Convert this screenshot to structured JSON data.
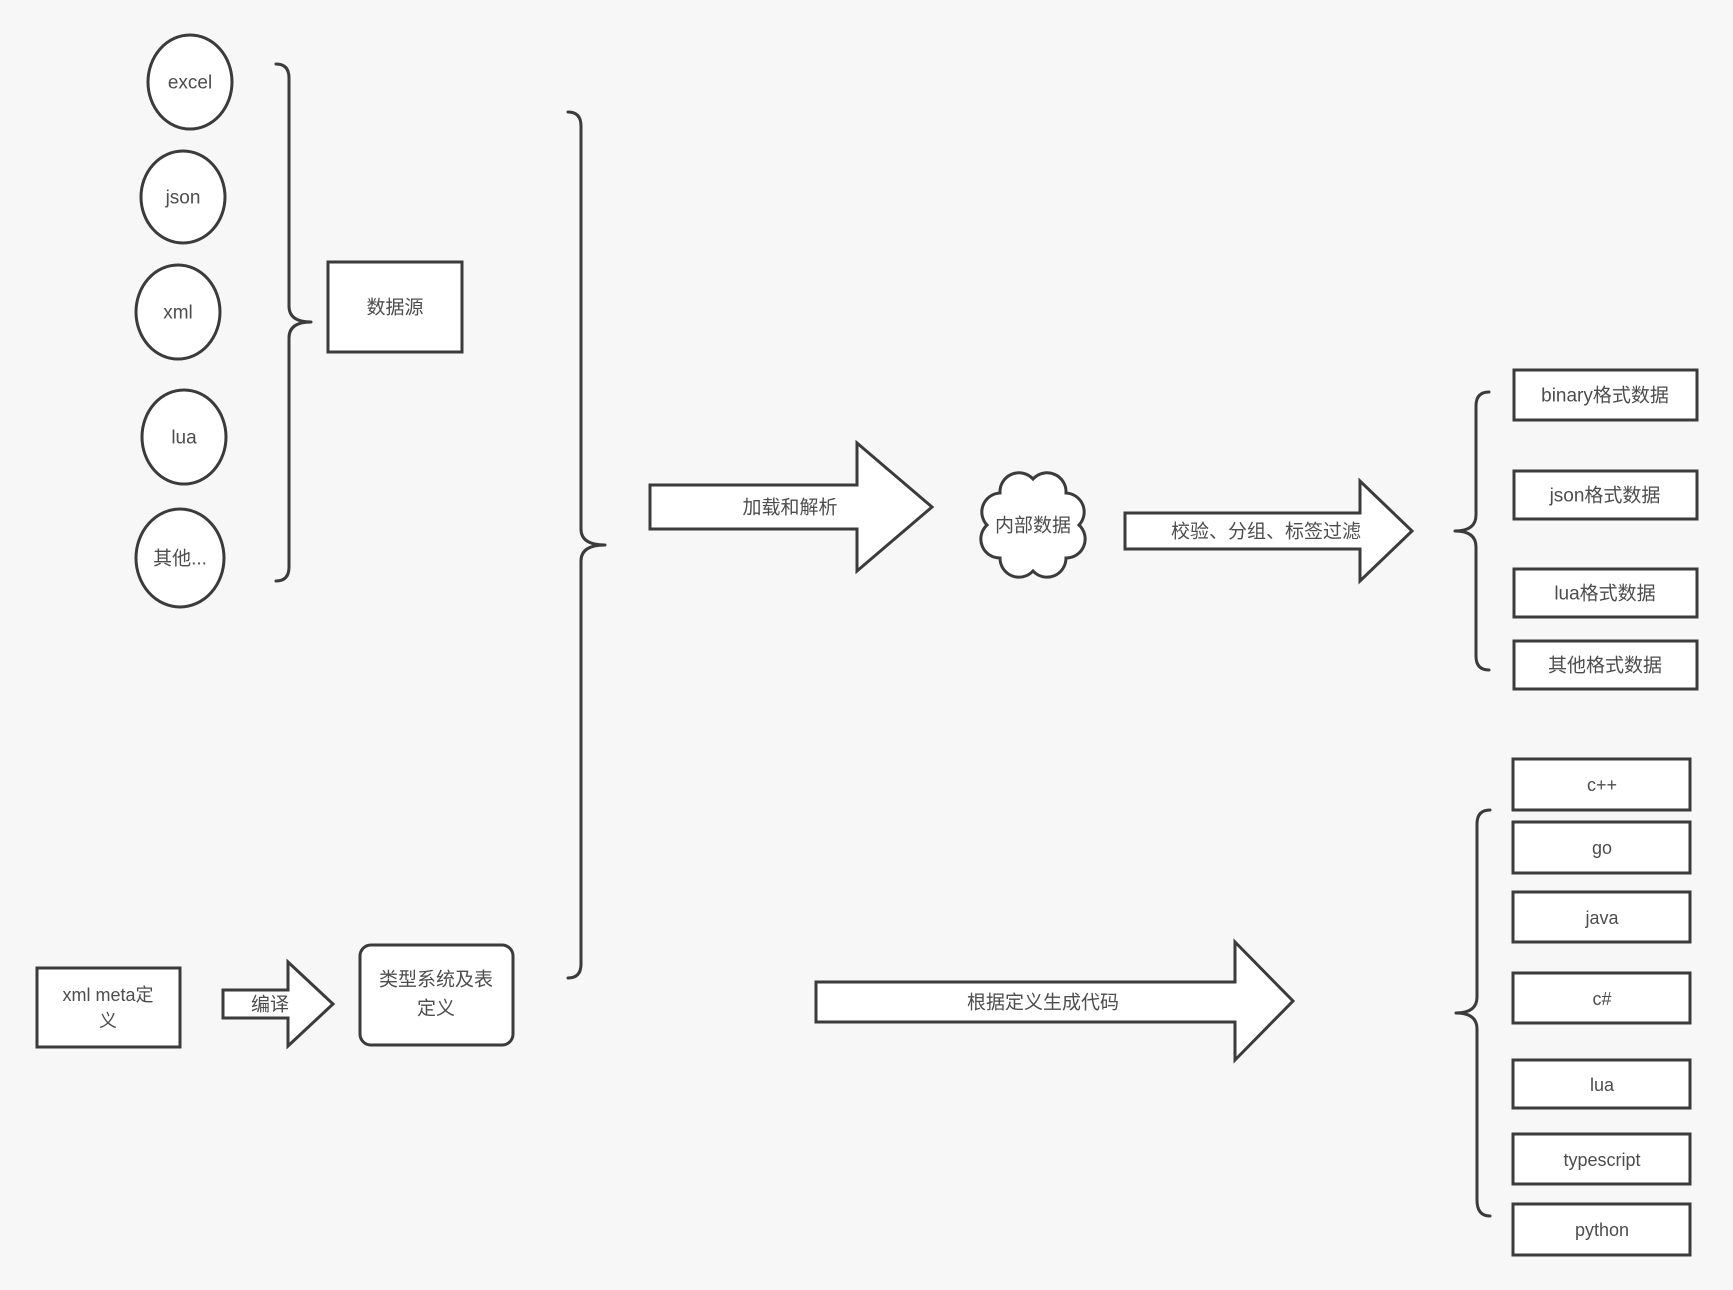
{
  "colors": {
    "background": "#f7f7f7",
    "stroke": "#3b3b3b",
    "shape_fill": "#ffffff",
    "text": "#4d4d4d"
  },
  "sources": {
    "items": [
      "excel",
      "json",
      "xml",
      "lua",
      "其他..."
    ],
    "group_label": "数据源"
  },
  "pipeline": {
    "load_arrow_label": "加载和解析",
    "internal_data_label": "内部数据",
    "filter_arrow_label": "校验、分组、标签过滤"
  },
  "outputs": {
    "items": [
      "binary格式数据",
      "json格式数据",
      "lua格式数据",
      "其他格式数据"
    ]
  },
  "definition": {
    "xml_meta_lines": [
      "xml meta定",
      "义"
    ],
    "compile_arrow_label": "编译",
    "type_system_lines": [
      "类型系统及表",
      "定义"
    ],
    "generate_arrow_label": "根据定义生成代码"
  },
  "languages": {
    "items": [
      "c++",
      "go",
      "java",
      "c#",
      "lua",
      "typescript",
      "python"
    ]
  }
}
